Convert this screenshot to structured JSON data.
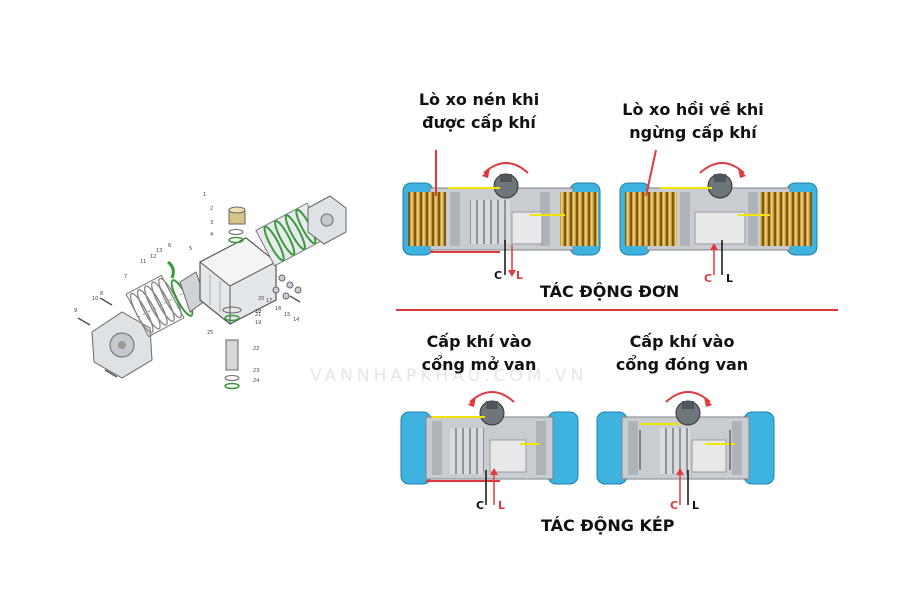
{
  "labels": {
    "single_left": [
      "Lò xo nén khi",
      "được cấp khí"
    ],
    "single_right": [
      "Lò xo hồi về khi",
      "ngừng cấp khí"
    ],
    "double_left": [
      "Cấp khí vào",
      "cổng mở van"
    ],
    "double_right": [
      "Cấp khí vào",
      "cổng đóng van"
    ]
  },
  "sections": {
    "single": "TÁC ĐỘNG ĐƠN",
    "double": "TÁC ĐỘNG KÉP"
  },
  "ports": {
    "c": "C",
    "l": "L"
  },
  "exploded_part_numbers": [
    "1",
    "2",
    "3",
    "4",
    "5",
    "6",
    "7",
    "8",
    "9",
    "10",
    "11",
    "12",
    "13",
    "14",
    "15",
    "16",
    "17",
    "18",
    "19",
    "20",
    "21",
    "22",
    "23",
    "24",
    "25"
  ],
  "watermark": "VANNHAPKHAU.COM.VN",
  "colors": {
    "end_cap": "#3fb3e0",
    "body": "#c9cdd2",
    "spring": "#c89a3a",
    "accent_red": "#e0393e",
    "air_yellow": "#f2e600"
  }
}
